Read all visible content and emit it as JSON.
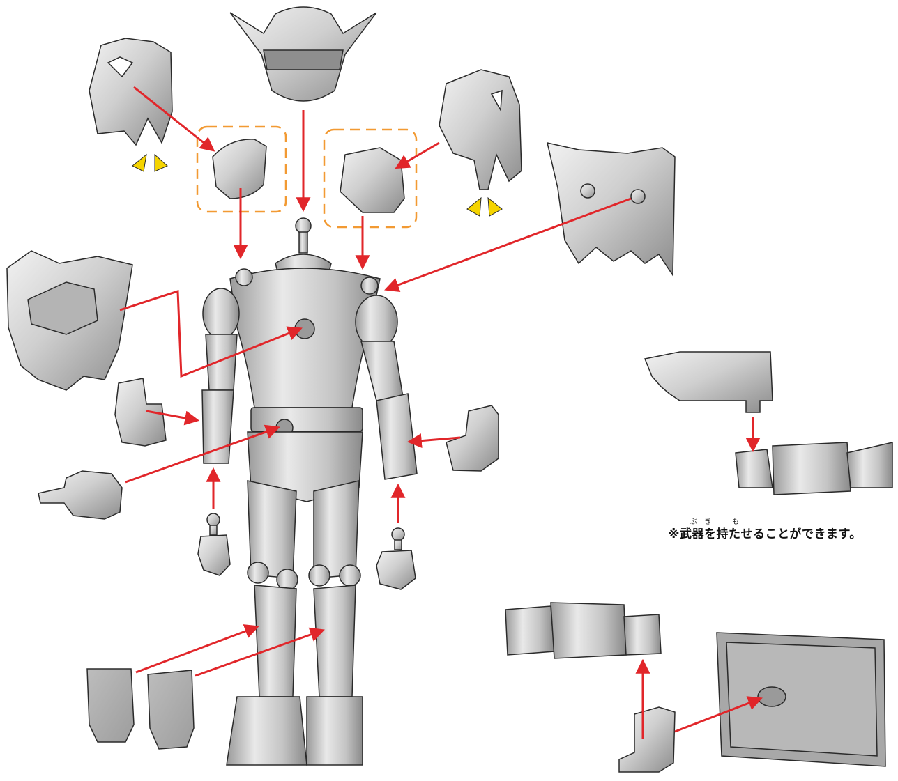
{
  "note": {
    "text": "※武器を持たせることができます。",
    "ruby_bu": "ぶ",
    "ruby_ki": "き",
    "ruby_mo": "も"
  },
  "colors": {
    "arrow": "#e1262a",
    "highlight_box": "#f29a33",
    "hint_triangle": "#f5d400",
    "part_fill": "#c9c9c9",
    "part_shadow": "#8e8e8e",
    "outline": "#2a2a2a"
  }
}
